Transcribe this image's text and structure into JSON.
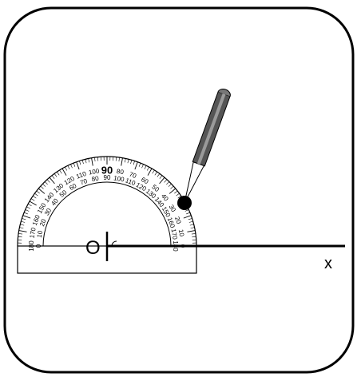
{
  "diagram": {
    "origin_label": "O",
    "axis_label": "x",
    "protractor": {
      "outer_scale": [
        180,
        170,
        160,
        150,
        140,
        130,
        120,
        110,
        100,
        90,
        80,
        70,
        60,
        50,
        40,
        30,
        20,
        10,
        0
      ],
      "inner_scale": [
        0,
        10,
        20,
        30,
        40,
        50,
        60,
        70,
        80,
        90,
        100,
        110,
        120,
        130,
        140,
        150,
        160,
        170,
        180
      ],
      "center_mark": "90"
    },
    "pencil_angle_deg": 20,
    "colors": {
      "stroke": "#000000",
      "pencil_body": "#555555",
      "pencil_stripe": "#9a9a9a",
      "pencil_tip": "#ffffff",
      "dot": "#000000"
    }
  }
}
